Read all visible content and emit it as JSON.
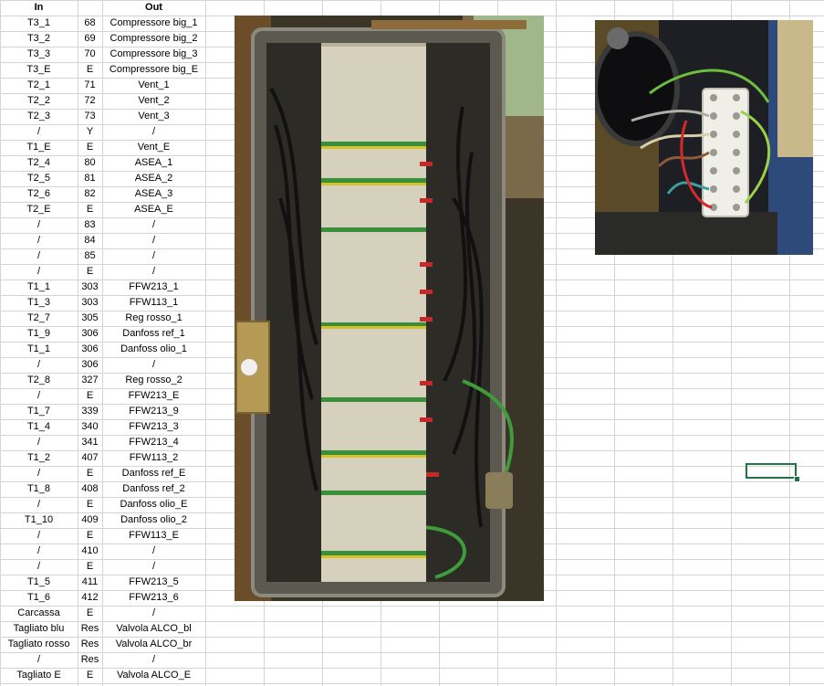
{
  "headers": {
    "in": "In",
    "out": "Out"
  },
  "rows": [
    {
      "in": "T3_1",
      "num": "68",
      "out": "Compressore big_1"
    },
    {
      "in": "T3_2",
      "num": "69",
      "out": "Compressore big_2"
    },
    {
      "in": "T3_3",
      "num": "70",
      "out": "Compressore big_3"
    },
    {
      "in": "T3_E",
      "num": "E",
      "out": "Compressore big_E"
    },
    {
      "in": "T2_1",
      "num": "71",
      "out": "Vent_1"
    },
    {
      "in": "T2_2",
      "num": "72",
      "out": "Vent_2"
    },
    {
      "in": "T2_3",
      "num": "73",
      "out": "Vent_3"
    },
    {
      "in": "/",
      "num": "Y",
      "out": "/"
    },
    {
      "in": "T1_E",
      "num": "E",
      "out": "Vent_E"
    },
    {
      "in": "T2_4",
      "num": "80",
      "out": "ASEA_1"
    },
    {
      "in": "T2_5",
      "num": "81",
      "out": "ASEA_2"
    },
    {
      "in": "T2_6",
      "num": "82",
      "out": "ASEA_3"
    },
    {
      "in": "T2_E",
      "num": "E",
      "out": "ASEA_E"
    },
    {
      "in": "/",
      "num": "83",
      "out": "/"
    },
    {
      "in": "/",
      "num": "84",
      "out": "/"
    },
    {
      "in": "/",
      "num": "85",
      "out": "/"
    },
    {
      "in": "/",
      "num": "E",
      "out": "/"
    },
    {
      "in": "T1_1",
      "num": "303",
      "out": "FFW213_1"
    },
    {
      "in": "T1_3",
      "num": "303",
      "out": "FFW113_1"
    },
    {
      "in": "T2_7",
      "num": "305",
      "out": "Reg rosso_1"
    },
    {
      "in": "T1_9",
      "num": "306",
      "out": "Danfoss ref_1"
    },
    {
      "in": "T1_1",
      "num": "306",
      "out": "Danfoss olio_1"
    },
    {
      "in": "/",
      "num": "306",
      "out": "/"
    },
    {
      "in": "T2_8",
      "num": "327",
      "out": "Reg rosso_2"
    },
    {
      "in": "/",
      "num": "E",
      "out": "FFW213_E"
    },
    {
      "in": "T1_7",
      "num": "339",
      "out": "FFW213_9"
    },
    {
      "in": "T1_4",
      "num": "340",
      "out": "FFW213_3"
    },
    {
      "in": "/",
      "num": "341",
      "out": "FFW213_4"
    },
    {
      "in": "T1_2",
      "num": "407",
      "out": "FFW113_2"
    },
    {
      "in": "/",
      "num": "E",
      "out": "Danfoss ref_E"
    },
    {
      "in": "T1_8",
      "num": "408",
      "out": "Danfoss ref_2"
    },
    {
      "in": "/",
      "num": "E",
      "out": "Danfoss olio_E"
    },
    {
      "in": "T1_10",
      "num": "409",
      "out": "Danfoss olio_2"
    },
    {
      "in": "/",
      "num": "E",
      "out": "FFW113_E"
    },
    {
      "in": "/",
      "num": "410",
      "out": "/"
    },
    {
      "in": "/",
      "num": "E",
      "out": "/"
    },
    {
      "in": "T1_5",
      "num": "411",
      "out": "FFW213_5"
    },
    {
      "in": "T1_6",
      "num": "412",
      "out": "FFW213_6"
    },
    {
      "in": "Carcassa",
      "num": "E",
      "out": "/"
    },
    {
      "in": "Tagliato blu",
      "num": "Res",
      "out": "Valvola ALCO_bl"
    },
    {
      "in": "Tagliato rosso",
      "num": "Res",
      "out": "Valvola ALCO_br"
    },
    {
      "in": "/",
      "num": "Res",
      "out": "/"
    },
    {
      "in": "Tagliato E",
      "num": "E",
      "out": "Valvola ALCO_E"
    }
  ],
  "colors": {
    "grid": "#d4d4d4",
    "selection": "#217346"
  }
}
